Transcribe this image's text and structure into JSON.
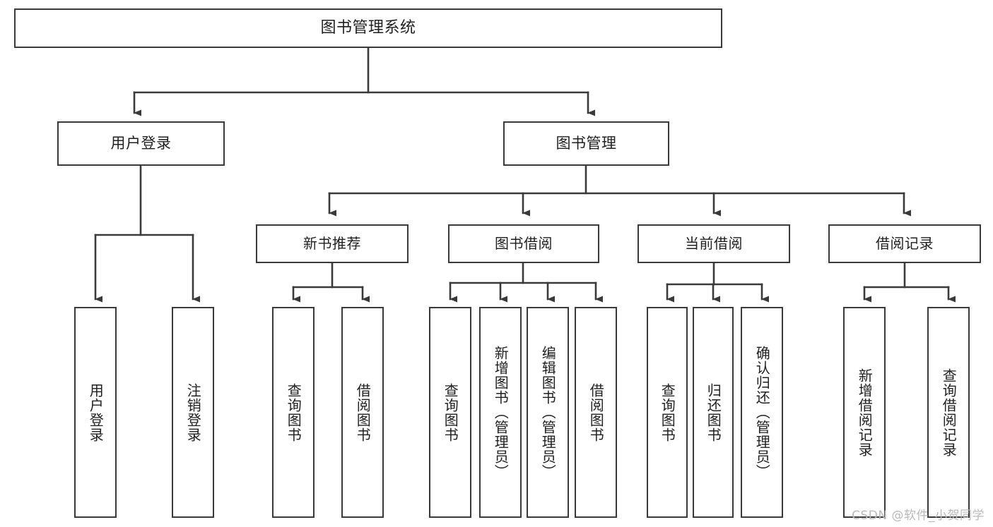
{
  "diagram": {
    "title": "图书管理系统",
    "type": "tree-hierarchy-diagram",
    "accent_colors": {
      "box_border": "#3a3a3a",
      "connector": "#3a3a3a",
      "background": "#ffffff",
      "text": "#1f1f1f",
      "watermark": "#b9b9b9"
    },
    "root": {
      "label": "图书管理系统"
    },
    "level1": [
      {
        "label": "用户登录"
      },
      {
        "label": "图书管理"
      }
    ],
    "level2": [
      {
        "label": "新书推荐"
      },
      {
        "label": "图书借阅"
      },
      {
        "label": "当前借阅"
      },
      {
        "label": "借阅记录"
      }
    ],
    "leaves": {
      "user_login": [
        {
          "label": "用户登录"
        },
        {
          "label": "注销登录"
        }
      ],
      "new_book_recommend": [
        {
          "label": "查询图书"
        },
        {
          "label": "借阅图书"
        }
      ],
      "book_borrow": [
        {
          "label": "查询图书"
        },
        {
          "label": "新增图书（管理员）"
        },
        {
          "label": "编辑图书（管理员）"
        },
        {
          "label": "借阅图书"
        }
      ],
      "current_borrow": [
        {
          "label": "查询图书"
        },
        {
          "label": "归还图书"
        },
        {
          "label": "确认归还（管理员）"
        }
      ],
      "borrow_record": [
        {
          "label": "新增借阅记录"
        },
        {
          "label": "查询借阅记录"
        }
      ]
    },
    "watermark": "CSDN @软件_小贺同学"
  }
}
